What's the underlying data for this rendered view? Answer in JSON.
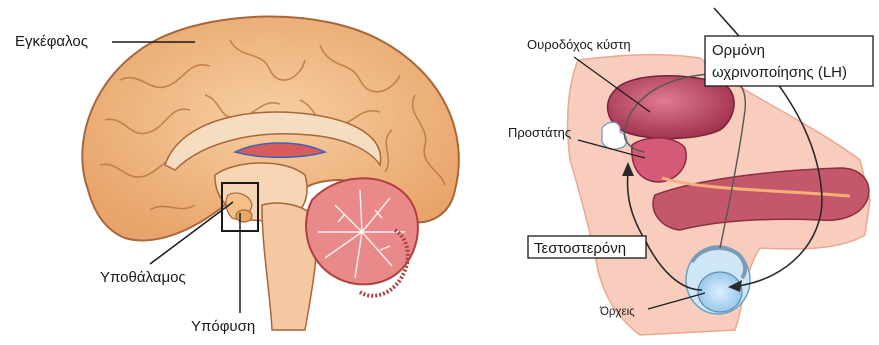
{
  "brain_panel": {
    "labels": {
      "brain": "Εγκέφαλος",
      "hypothalamus": "Υποθάλαμος",
      "pituitary": "Υπόφυση"
    }
  },
  "reproductive_panel": {
    "labels": {
      "bladder": "Ουροδόχος κύστη",
      "prostate": "Προστάτης",
      "testes": "Όρχεις"
    },
    "hormone_boxes": {
      "lh_line1": "Ορμόνη",
      "lh_line2": "ωχρινοποίησης (LH)",
      "testosterone": "Τεστοστερόνη"
    }
  },
  "colors": {
    "brain_tissue": "#f2b982",
    "brain_outline": "#a8663a",
    "cerebellum": "#e37a7a",
    "body_skin": "#f6c8b8",
    "bladder": "#c6506c",
    "penis": "#b64a5c",
    "testis": "#a9d3ee",
    "pathway_line": "#2a2a2a"
  }
}
